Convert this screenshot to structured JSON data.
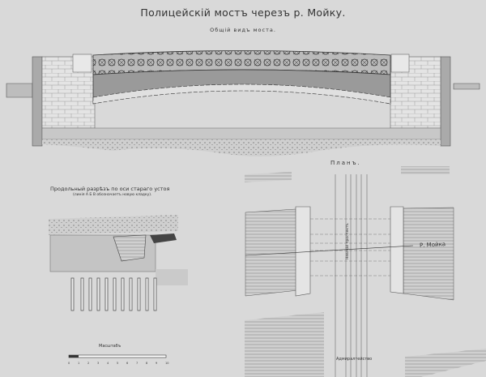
{
  "title": "Полицейскій мостъ черезъ р. Мойку.",
  "elevation": {
    "subtitle": "Общій видъ моста."
  },
  "section": {
    "title": "Продольный разрѣзъ по оси стараго устоя",
    "note": "(линія А Б В обозначаетъ новую кладку)."
  },
  "plan": {
    "title": "Планъ.",
    "river_label": "Р. Мойка",
    "street_label": "Адмиралтейство",
    "avenue_label": "Невскій проспектъ"
  },
  "scale": {
    "label": "Масштабъ",
    "ticks": [
      "0",
      "1",
      "2",
      "3",
      "4",
      "5",
      "6",
      "7",
      "8",
      "9",
      "10"
    ]
  },
  "colors": {
    "paper": "#d9d9d9",
    "ink": "#444444",
    "stone": "#e6e6e6",
    "water": "#c9c9c9"
  }
}
